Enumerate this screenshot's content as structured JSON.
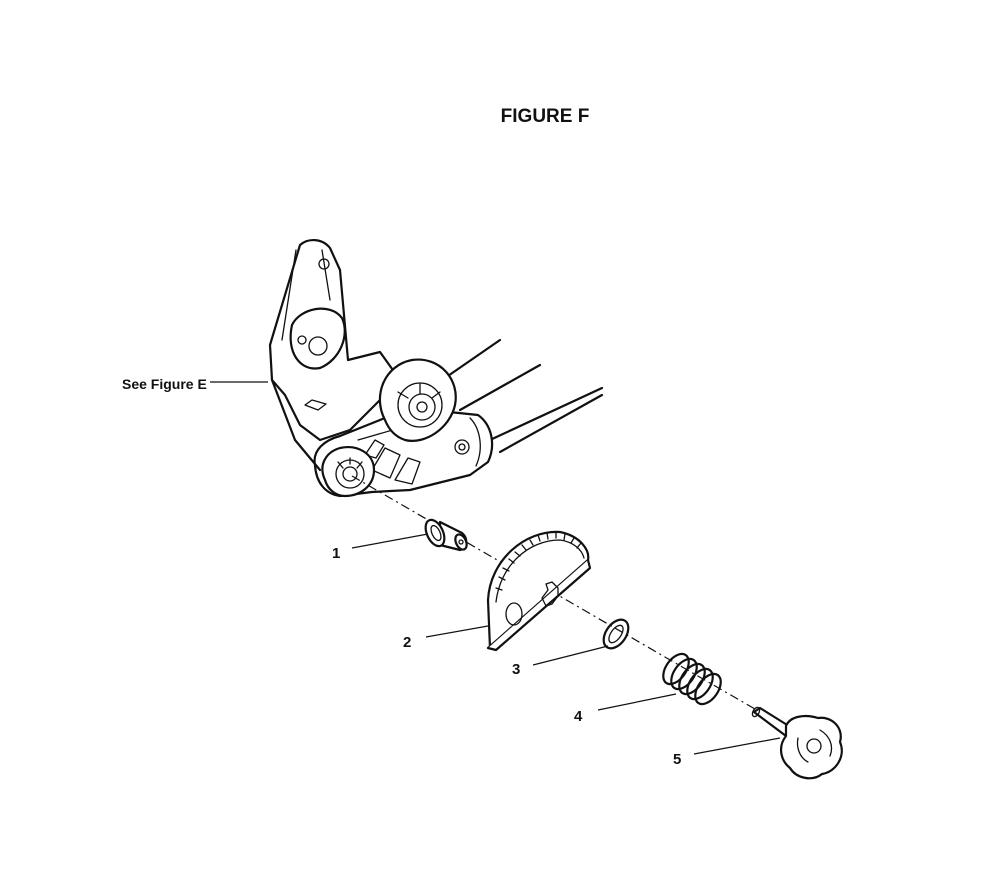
{
  "figure": {
    "title": "FIGURE F",
    "reference_text": "See Figure E"
  },
  "callouts": [
    {
      "number": "1"
    },
    {
      "number": "2"
    },
    {
      "number": "3"
    },
    {
      "number": "4"
    },
    {
      "number": "5"
    }
  ]
}
